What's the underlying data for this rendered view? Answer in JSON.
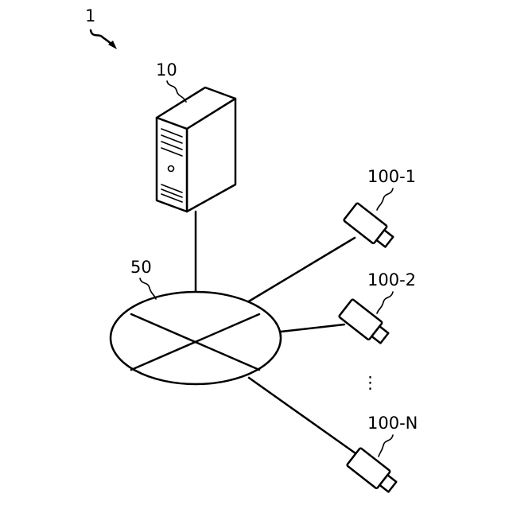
{
  "figure": {
    "system_ref": "1",
    "server_ref": "10",
    "network_ref": "50",
    "cameras": [
      {
        "ref": "100-1"
      },
      {
        "ref": "100-2"
      },
      {
        "ref": "100-N"
      }
    ],
    "ellipsis": "⋮"
  },
  "colors": {
    "line": "#000000",
    "background": "#ffffff"
  }
}
